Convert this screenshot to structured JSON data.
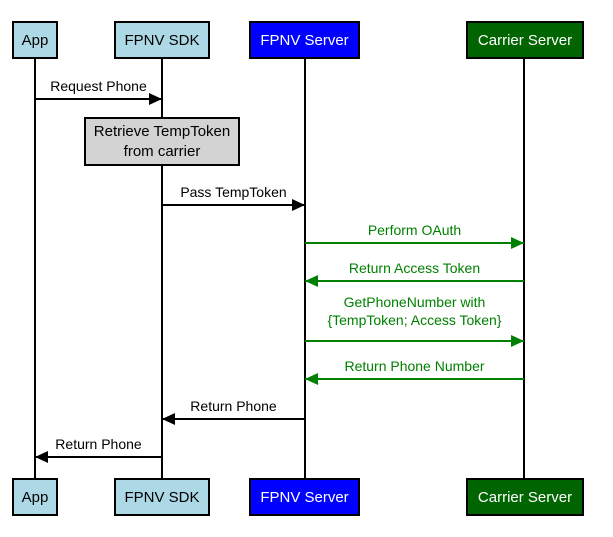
{
  "diagram_type": "sequence-diagram",
  "colors": {
    "actor_light_blue": "#ADD8E6",
    "actor_blue": "#0000FF",
    "actor_dark_green": "#006400",
    "note_gray": "#D3D3D3",
    "message_black": "#000000",
    "message_green": "#008000",
    "background": "#ffffff"
  },
  "actors": [
    {
      "label": "App"
    },
    {
      "label": "FPNV SDK"
    },
    {
      "label": "FPNV Server"
    },
    {
      "label": "Carrier Server"
    }
  ],
  "note": {
    "lines": [
      "Retrieve TempToken",
      "from carrier"
    ],
    "on": "FPNV SDK"
  },
  "messages": [
    {
      "label": "Request Phone",
      "from": "App",
      "to": "FPNV SDK",
      "color": "#000000",
      "direction": "right"
    },
    {
      "label": "Pass TempToken",
      "from": "FPNV SDK",
      "to": "FPNV Server",
      "color": "#000000",
      "direction": "right"
    },
    {
      "label": "Perform OAuth",
      "from": "FPNV Server",
      "to": "Carrier Server",
      "color": "#008000",
      "direction": "right"
    },
    {
      "label": "Return Access Token",
      "from": "Carrier Server",
      "to": "FPNV Server",
      "color": "#008000",
      "direction": "left"
    },
    {
      "lines": [
        "GetPhoneNumber with",
        "{TempToken; Access Token}"
      ],
      "from": "FPNV Server",
      "to": "Carrier Server",
      "color": "#008000",
      "direction": "right"
    },
    {
      "label": "Return Phone Number",
      "from": "Carrier Server",
      "to": "FPNV Server",
      "color": "#008000",
      "direction": "left"
    },
    {
      "label": "Return Phone",
      "from": "FPNV Server",
      "to": "FPNV SDK",
      "color": "#000000",
      "direction": "left"
    },
    {
      "label": "Return Phone",
      "from": "FPNV SDK",
      "to": "App",
      "color": "#000000",
      "direction": "left"
    }
  ]
}
